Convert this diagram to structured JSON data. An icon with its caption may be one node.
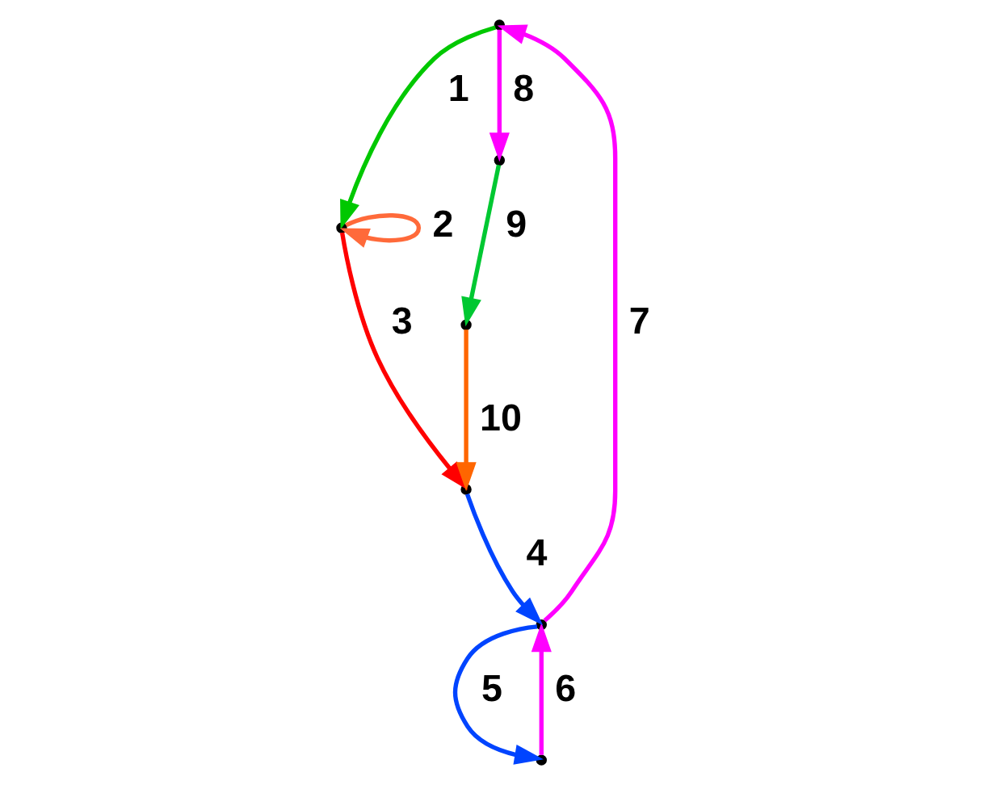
{
  "diagram": {
    "nodes": [
      {
        "text": [],
        "shape": "point"
      },
      {
        "text": [],
        "shape": "point"
      },
      {
        "text": [],
        "shape": "point"
      },
      {
        "text": [],
        "shape": "point"
      },
      {
        "text": [],
        "shape": "point"
      },
      {
        "text": [],
        "shape": "point"
      },
      {
        "text": [],
        "shape": "point"
      }
    ],
    "edges": [
      {
        "from": 0,
        "to": 1,
        "arrow": "to",
        "label": "1",
        "color": "#00c800"
      },
      {
        "from": 1,
        "to": 1,
        "arrow": "to",
        "label": "2",
        "color": "#ff6a3a"
      },
      {
        "from": 1,
        "to": 6,
        "arrow": "to",
        "label": "3",
        "color": "#ff0000"
      },
      {
        "from": 6,
        "to": 3,
        "arrow": "to",
        "label": "4",
        "color": "#0044ff"
      },
      {
        "from": 3,
        "to": 5,
        "arrow": "to",
        "label": "5",
        "color": "#0044ff"
      },
      {
        "from": 5,
        "to": 3,
        "arrow": "to",
        "label": "6",
        "color": "#ff00ff"
      },
      {
        "from": 3,
        "to": 0,
        "arrow": "to",
        "label": "7",
        "color": "#ff00ff"
      },
      {
        "from": 0,
        "to": 2,
        "arrow": "to",
        "label": "8",
        "color": "#ff00ff"
      },
      {
        "from": 2,
        "to": 4,
        "arrow": "to",
        "label": "9",
        "color": "#00c832"
      },
      {
        "from": 4,
        "to": 6,
        "arrow": "to",
        "label": "10",
        "color": "#ff6600"
      }
    ]
  }
}
